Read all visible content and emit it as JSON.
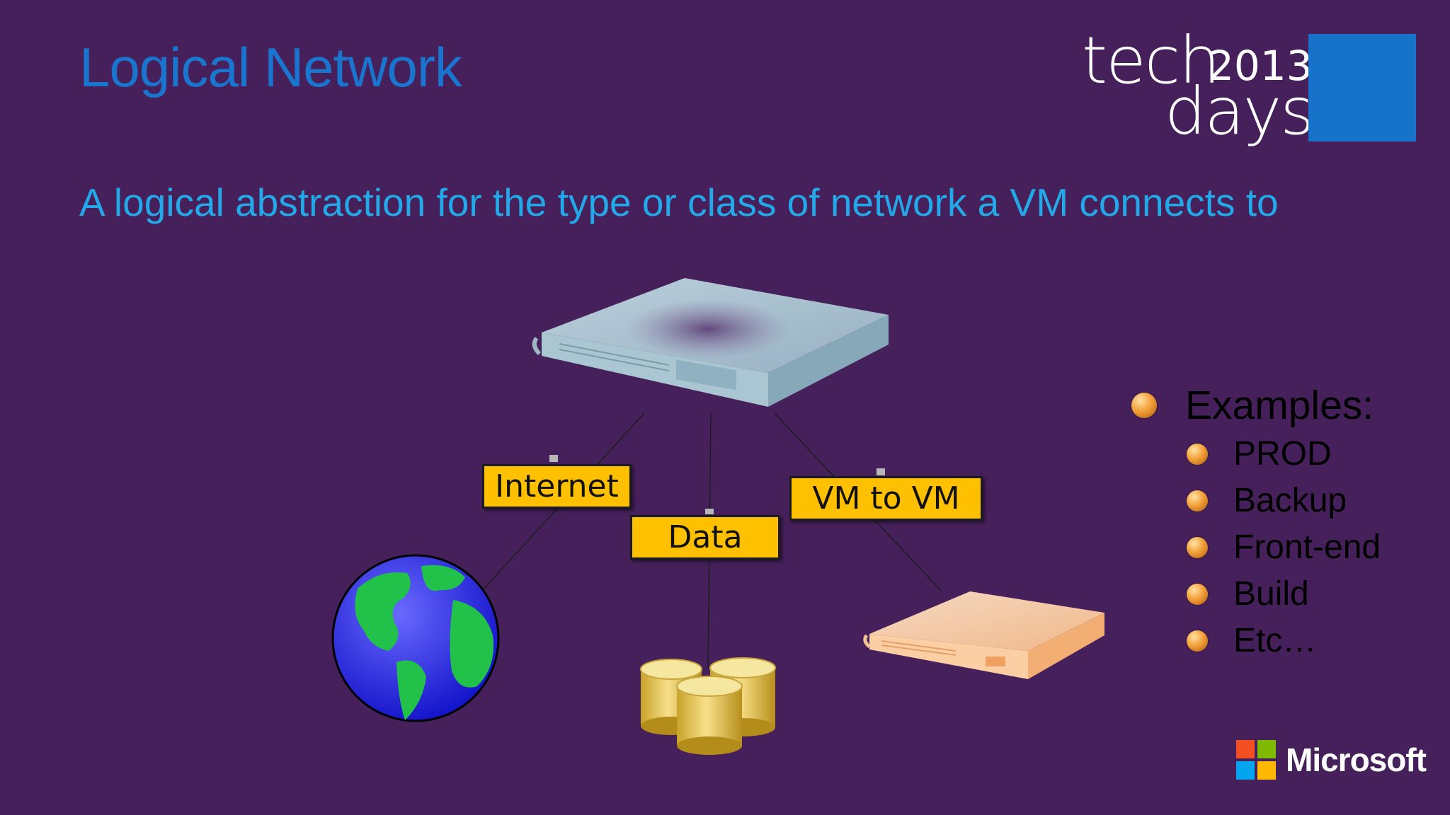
{
  "slide": {
    "title": "Logical Network",
    "subtitle": "A logical abstraction for the type or class of network a VM connects to"
  },
  "branding": {
    "tech": "tech",
    "days": "days",
    "year": "2013",
    "company": "Microsoft",
    "accent_color": "#1673c9",
    "logo_colors": [
      "#f25022",
      "#7fba00",
      "#00a4ef",
      "#ffb900"
    ]
  },
  "diagram": {
    "labels": {
      "internet": "Internet",
      "data": "Data",
      "vm_to_vm": "VM to VM"
    },
    "label_color": "#ffc000",
    "icons": [
      "server-icon",
      "globe-icon",
      "database-icon",
      "vm-server-icon"
    ]
  },
  "examples": {
    "heading": "Examples:",
    "items": [
      "PROD",
      "Backup",
      "Front-end",
      "Build",
      "Etc…"
    ]
  }
}
